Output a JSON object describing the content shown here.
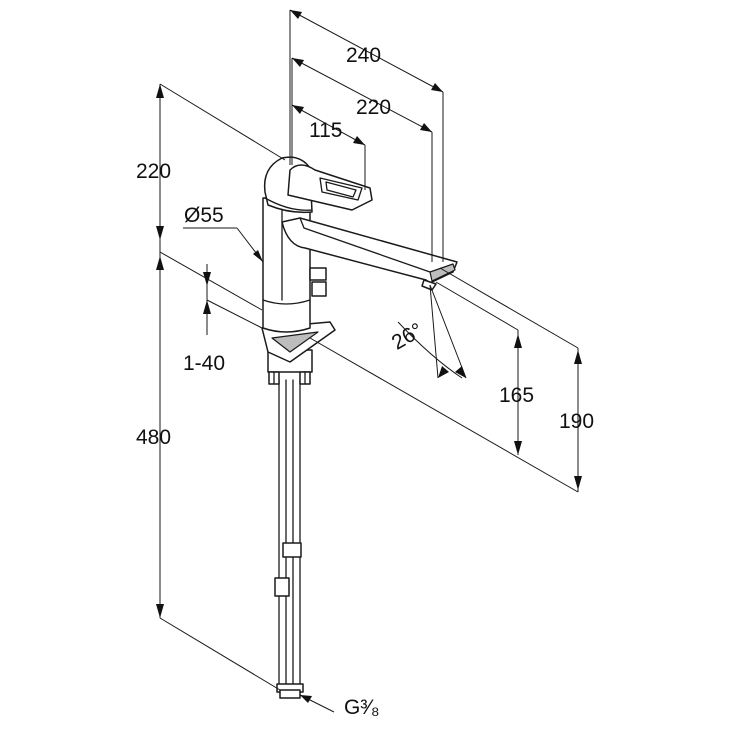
{
  "diagram": {
    "dimensions": {
      "overall_reach": "240",
      "spout_reach": "220",
      "lever_reach": "115",
      "upper_height": "220",
      "body_diameter": "Ø55",
      "deck_thickness": "1-40",
      "swivel_angle": "26°",
      "spout_height": "165",
      "total_height": "190",
      "hose_length": "480",
      "thread": "G³⁄₈"
    }
  }
}
